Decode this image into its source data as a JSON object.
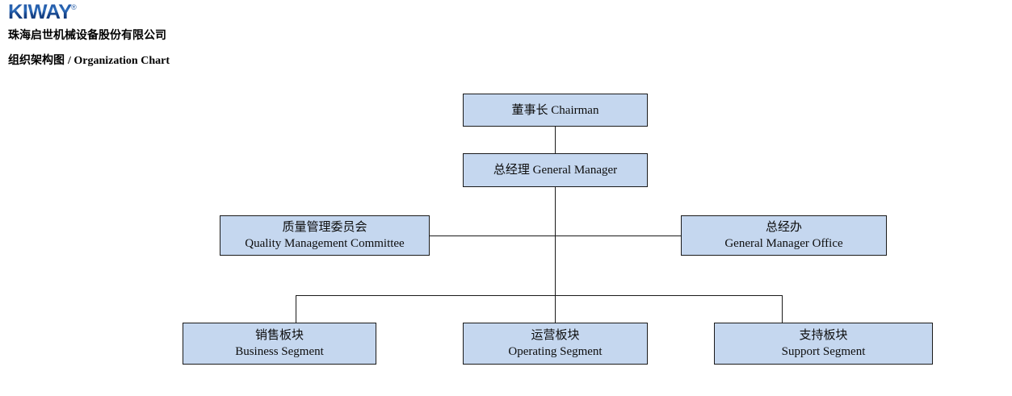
{
  "header": {
    "logo_text": "KIWAY",
    "logo_trademark": "®",
    "logo_icon": "kiway-wordmark",
    "company_name": "珠海启世机械设备股份有限公司",
    "chart_title_cn": "组织架构图",
    "chart_title_en": "/ Organization Chart"
  },
  "colors": {
    "node_fill": "#c5d7ef",
    "node_border": "#1a1a1a",
    "connector": "#1a1a1a",
    "logo_blue": "#1c4f9c",
    "text": "#0d0d0d",
    "background": "#ffffff"
  },
  "chart_data": {
    "type": "diagram",
    "title": "组织架构图 / Organization Chart",
    "nodes": [
      {
        "id": "chairman",
        "cn": "董事长",
        "en": "Chairman",
        "inline": true,
        "label": "董事长 Chairman",
        "level": 0
      },
      {
        "id": "gm",
        "cn": "总经理",
        "en": "General Manager",
        "inline": true,
        "label": "总经理 General Manager",
        "level": 1
      },
      {
        "id": "qmc",
        "cn": "质量管理委员会",
        "en": "Quality Management Committee",
        "inline": false,
        "level": 2
      },
      {
        "id": "gmo",
        "cn": "总经办",
        "en": "General Manager Office",
        "inline": false,
        "level": 2
      },
      {
        "id": "business",
        "cn": "销售板块",
        "en": "Business Segment",
        "inline": false,
        "level": 3
      },
      {
        "id": "operating",
        "cn": "运营板块",
        "en": "Operating Segment",
        "inline": false,
        "level": 3
      },
      {
        "id": "support",
        "cn": "支持板块",
        "en": "Support Segment",
        "inline": false,
        "level": 3
      }
    ],
    "edges": [
      {
        "from": "chairman",
        "to": "gm",
        "style": "vertical"
      },
      {
        "from": "gm",
        "to": "qmc",
        "style": "side-left"
      },
      {
        "from": "gm",
        "to": "gmo",
        "style": "side-right"
      },
      {
        "from": "gm",
        "to": "business",
        "style": "elbow"
      },
      {
        "from": "gm",
        "to": "operating",
        "style": "vertical"
      },
      {
        "from": "gm",
        "to": "support",
        "style": "elbow"
      }
    ]
  }
}
